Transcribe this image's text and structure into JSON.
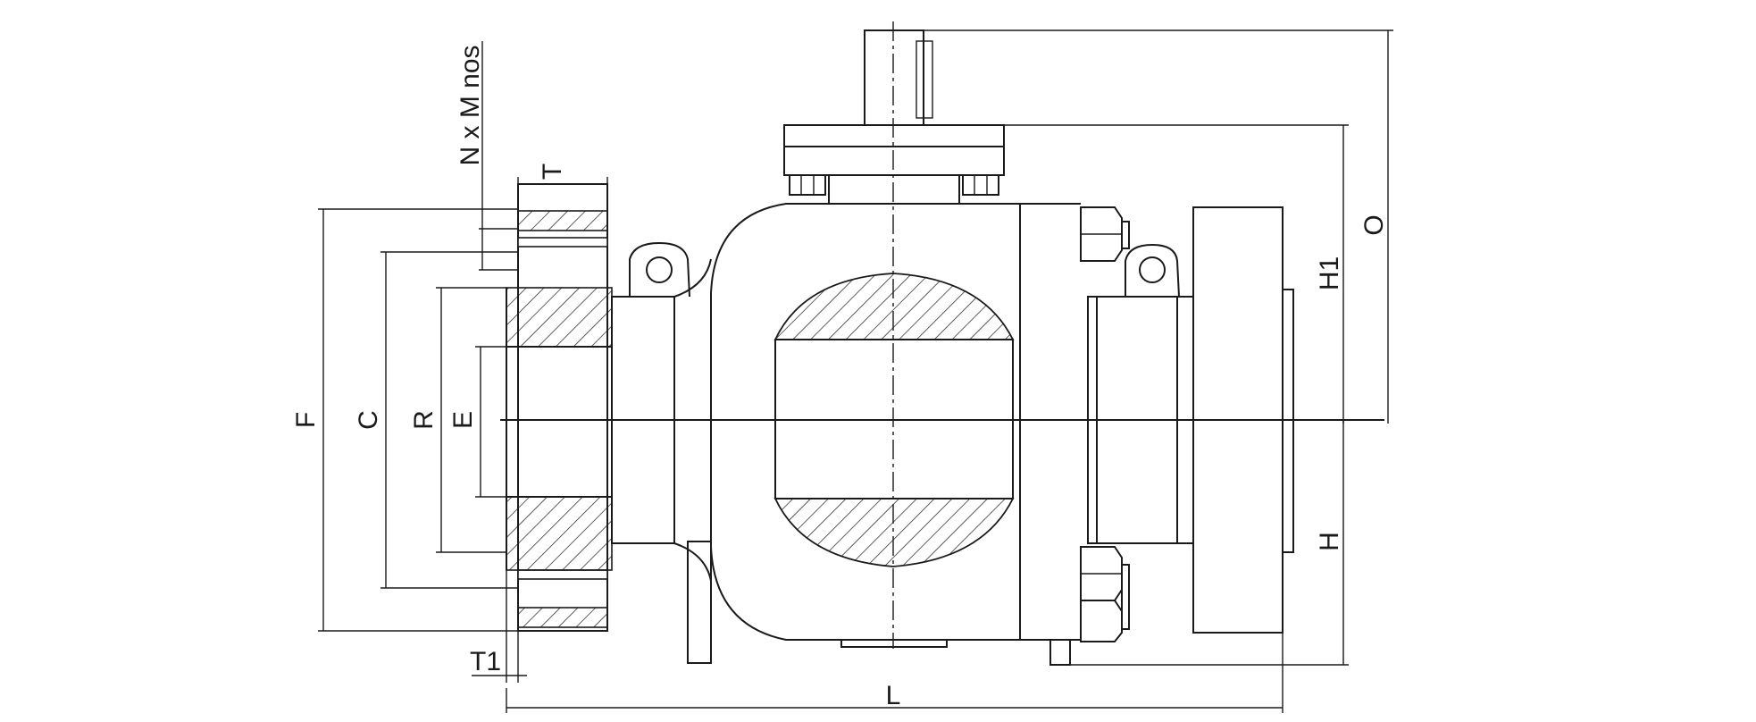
{
  "diagram": {
    "labels": {
      "f": "F",
      "c": "C",
      "r": "R",
      "e": "E",
      "t": "T",
      "t1": "T1",
      "l": "L",
      "h": "H",
      "h1": "H1",
      "o": "O",
      "bolts": "N x M nos"
    },
    "colors": {
      "line": "#1a1a1a",
      "background": "#ffffff"
    }
  }
}
